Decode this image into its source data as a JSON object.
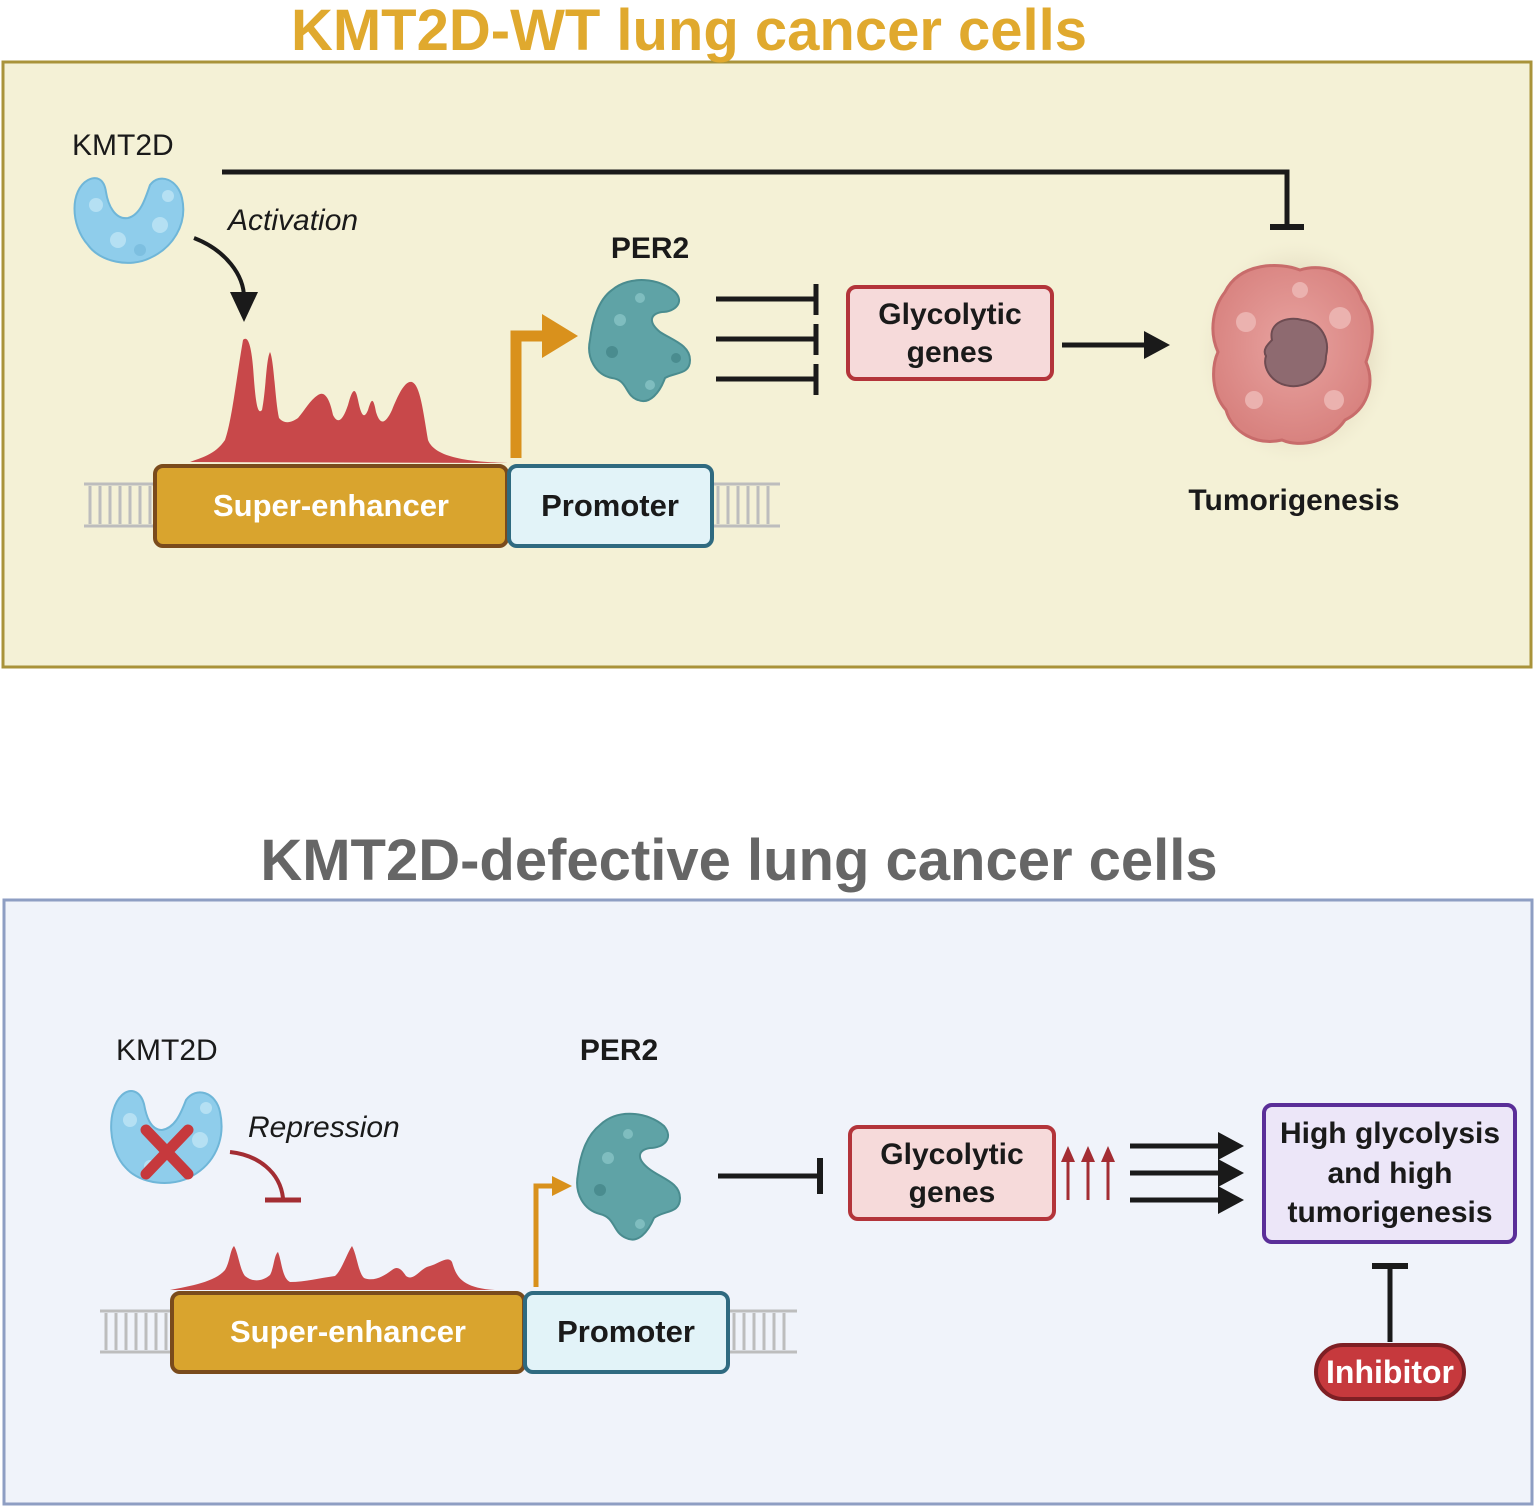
{
  "panel_wt": {
    "title": "KMT2D-WT lung cancer cells",
    "title_color": "#E0A92E",
    "bg_color": "#F4F1D6",
    "border_color": "#A9933A",
    "kmt2d_label": "KMT2D",
    "activation_label": "Activation",
    "per2_label": "PER2",
    "glycolytic_label_line1": "Glycolytic",
    "glycolytic_label_line2": "genes",
    "tumorigenesis_label": "Tumorigenesis",
    "super_enhancer_label": "Super-enhancer",
    "promoter_label": "Promoter"
  },
  "panel_defective": {
    "title": "KMT2D-defective lung cancer cells",
    "title_color": "#666666",
    "bg_color": "#F0F3FA",
    "border_color": "#8E9EC3",
    "kmt2d_label": "KMT2D",
    "repression_label": "Repression",
    "per2_label": "PER2",
    "glycolytic_label_line1": "Glycolytic",
    "glycolytic_label_line2": "genes",
    "outcome_line1": "High glycolysis",
    "outcome_line2": "and high",
    "outcome_line3": "tumorigenesis",
    "inhibitor_label": "Inhibitor",
    "super_enhancer_label": "Super-enhancer",
    "promoter_label": "Promoter"
  },
  "colors": {
    "kmt2d_protein": "#8FCDEB",
    "per2_protein": "#5FA3A6",
    "super_enhancer_fill": "#D9A42E",
    "super_enhancer_border": "#7A4B1C",
    "promoter_fill": "#E2F3F8",
    "promoter_border": "#2F6A80",
    "signal_peak": "#C8484A",
    "glyco_fill": "#F6DADA",
    "glyco_border": "#B3343A",
    "outcome_fill": "#ECE6F8",
    "outcome_border": "#5A2E98",
    "inhibitor_fill": "#C6393D",
    "orange_arrow": "#D9911C",
    "dark_red": "#A32D33"
  },
  "icons": {
    "kmt2d": "kmt2d-protein-icon",
    "per2": "per2-protein-icon",
    "tumor": "tumor-cell-icon",
    "dna": "dna-ladder-icon",
    "cross": "cross-mark-icon"
  }
}
